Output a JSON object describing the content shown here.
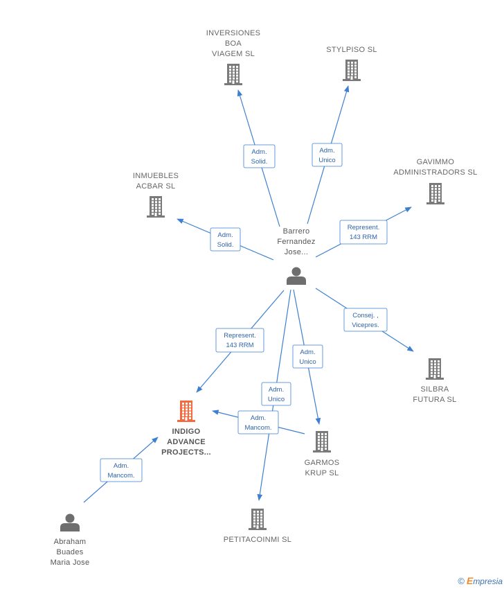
{
  "nodes": {
    "inversiones": {
      "lines": [
        "INVERSIONES",
        "BOA",
        "VIAGEM SL"
      ],
      "icon": "building-icon",
      "color": "#7a7a7a"
    },
    "stylpiso": {
      "lines": [
        "STYLPISO SL"
      ],
      "icon": "building-icon",
      "color": "#7a7a7a"
    },
    "gavimmo": {
      "lines": [
        "GAVIMMO",
        "ADMINISTRADORS SL"
      ],
      "icon": "building-icon",
      "color": "#7a7a7a"
    },
    "inmuebles": {
      "lines": [
        "INMUEBLES",
        "ACBAR  SL"
      ],
      "icon": "building-icon",
      "color": "#7a7a7a"
    },
    "barrero": {
      "lines": [
        "Barrero",
        "Fernandez",
        "Jose..."
      ],
      "icon": "person-icon",
      "color": "#6e6e6e"
    },
    "silbra": {
      "lines": [
        "SILBRA",
        "FUTURA SL"
      ],
      "icon": "building-icon",
      "color": "#7a7a7a"
    },
    "indigo": {
      "lines": [
        "INDIGO",
        "ADVANCE",
        "PROJECTS..."
      ],
      "icon": "building-icon",
      "color": "#f26a3d"
    },
    "garmos": {
      "lines": [
        "GARMOS",
        "KRUP  SL"
      ],
      "icon": "building-icon",
      "color": "#7a7a7a"
    },
    "petitacoinmi": {
      "lines": [
        "PETITACOINMI SL"
      ],
      "icon": "building-icon",
      "color": "#7a7a7a"
    },
    "abraham": {
      "lines": [
        "Abraham",
        "Buades",
        "Maria Jose"
      ],
      "icon": "person-icon",
      "color": "#6e6e6e"
    }
  },
  "edges": [
    {
      "from": "barrero",
      "to": "inversiones",
      "role": [
        "Adm.",
        "Solid."
      ]
    },
    {
      "from": "barrero",
      "to": "stylpiso",
      "role": [
        "Adm.",
        "Unico"
      ]
    },
    {
      "from": "barrero",
      "to": "gavimmo",
      "role": [
        "Represent.",
        "143 RRM"
      ]
    },
    {
      "from": "barrero",
      "to": "inmuebles",
      "role": [
        "Adm.",
        "Solid."
      ]
    },
    {
      "from": "barrero",
      "to": "silbra",
      "role": [
        "Consej. ,",
        "Vicepres."
      ]
    },
    {
      "from": "barrero",
      "to": "indigo",
      "role": [
        "Represent.",
        "143 RRM"
      ]
    },
    {
      "from": "barrero",
      "to": "garmos",
      "role": [
        "Adm.",
        "Unico"
      ]
    },
    {
      "from": "barrero",
      "to": "petitacoinmi",
      "role": [
        "Adm.",
        "Unico"
      ]
    },
    {
      "from": "garmos",
      "to": "indigo",
      "role": [
        "Adm.",
        "Mancom."
      ]
    },
    {
      "from": "abraham",
      "to": "indigo",
      "role": [
        "Adm.",
        "Mancom."
      ]
    }
  ],
  "footer": {
    "copyright": "©",
    "brand_initial": "E",
    "brand_rest": "mpresia"
  },
  "colors": {
    "edge": "#3d7fd0",
    "focus": "#f26a3d",
    "entity": "#7a7a7a"
  }
}
